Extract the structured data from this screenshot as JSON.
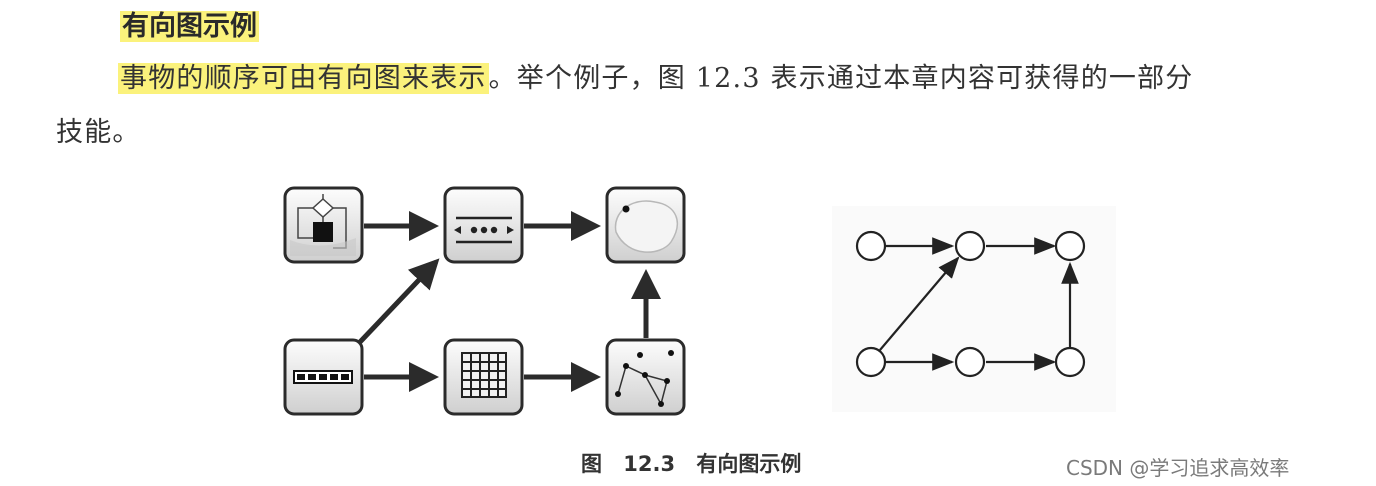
{
  "heading": "有向图示例",
  "paragraph": {
    "highlighted": "事物的顺序可由有向图来表示",
    "rest_line1": "。举个例子，图 12.3 表示通过本章内容可获得的一部分",
    "line2": "技能。"
  },
  "figure": {
    "caption": "图 12.3 有向图示例",
    "icons": [
      "flowchart-icon",
      "sorting-icon",
      "region-shape-icon",
      "array-icon",
      "grid-icon",
      "graph-points-icon"
    ],
    "edges_left": [
      [
        "array",
        "sorting"
      ],
      [
        "flowchart",
        "sorting"
      ],
      [
        "sorting",
        "region"
      ],
      [
        "array",
        "grid"
      ],
      [
        "grid",
        "graph"
      ],
      [
        "graph",
        "region"
      ]
    ],
    "edges_right": [
      [
        "n1",
        "n2"
      ],
      [
        "n2",
        "n3"
      ],
      [
        "n4",
        "n2"
      ],
      [
        "n4",
        "n5"
      ],
      [
        "n5",
        "n6"
      ],
      [
        "n6",
        "n3"
      ]
    ]
  },
  "watermark": "CSDN @学习追求高效率",
  "colors": {
    "highlight": "#fbf27c",
    "text": "#333333"
  }
}
